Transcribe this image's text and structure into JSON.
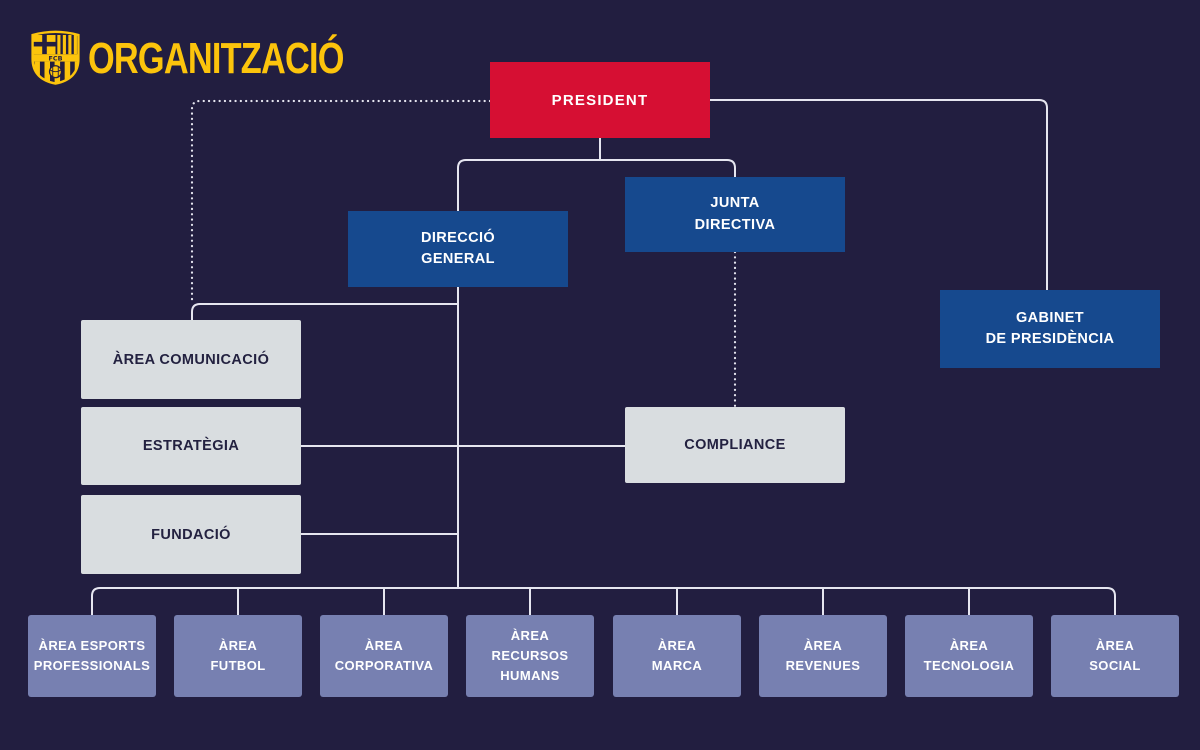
{
  "header": {
    "title": "ORGANITZACIÓ",
    "logo_icon": "fc-barcelona-crest-icon"
  },
  "colors": {
    "background": "#221e40",
    "president_red": "#d60f33",
    "board_blue": "#16498e",
    "staff_gray": "#d9dde0",
    "area_slate": "#7780b1",
    "connector": "#e6e6f0",
    "title_yellow": "#fcc40c",
    "dark_text": "#232140",
    "light_text": "#ffffff"
  },
  "org": {
    "president": {
      "label": "PRESIDENT"
    },
    "junta": {
      "label": "JUNTA\nDIRECTIVA"
    },
    "direccio": {
      "label": "DIRECCIÓ\nGENERAL"
    },
    "gabinet": {
      "label": "GABINET\nDE PRESIDÈNCIA"
    },
    "comunicacio": {
      "label": "ÀREA COMUNICACIÓ"
    },
    "estrategia": {
      "label": "ESTRATÈGIA"
    },
    "fundacio": {
      "label": "FUNDACIÓ"
    },
    "compliance": {
      "label": "COMPLIANCE"
    },
    "areas": [
      {
        "label": "ÀREA ESPORTS\nPROFESSIONALS"
      },
      {
        "label": "ÀREA\nFUTBOL"
      },
      {
        "label": "ÀREA\nCORPORATIVA"
      },
      {
        "label": "ÀREA\nRECURSOS\nHUMANS"
      },
      {
        "label": "ÀREA\nMARCA"
      },
      {
        "label": "ÀREA\nREVENUES"
      },
      {
        "label": "ÀREA\nTECNOLOGIA"
      },
      {
        "label": "ÀREA\nSOCIAL"
      }
    ],
    "edges": [
      {
        "from": "president",
        "to": "direccio",
        "style": "solid"
      },
      {
        "from": "president",
        "to": "junta",
        "style": "solid"
      },
      {
        "from": "president",
        "to": "gabinet",
        "style": "solid"
      },
      {
        "from": "president",
        "to": "comunicacio",
        "style": "dotted"
      },
      {
        "from": "junta",
        "to": "compliance",
        "style": "dotted"
      },
      {
        "from": "direccio",
        "to": "comunicacio",
        "style": "solid"
      },
      {
        "from": "direccio",
        "to": "estrategia",
        "style": "solid"
      },
      {
        "from": "direccio",
        "to": "fundacio",
        "style": "solid"
      },
      {
        "from": "estrategia",
        "to": "compliance",
        "style": "solid"
      },
      {
        "from": "direccio",
        "to": "areas",
        "style": "solid"
      }
    ]
  }
}
